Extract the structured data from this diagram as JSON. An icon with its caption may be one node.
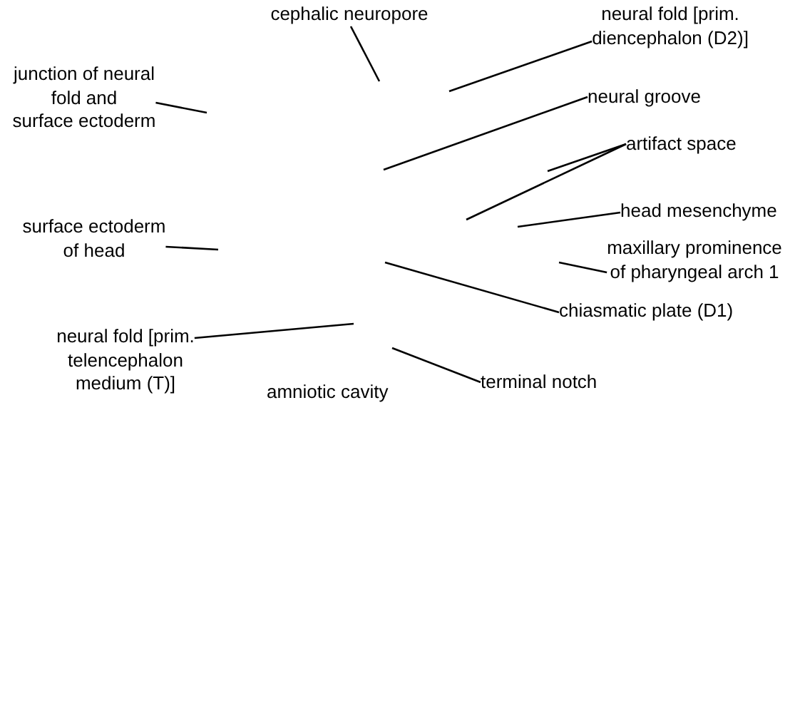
{
  "diagram": {
    "nodes": [
      {
        "text": [
          "cephalic neuropore"
        ]
      },
      {
        "text": [
          "neural fold [prim. diencephalon (D2)]"
        ]
      },
      {
        "text": [
          "junction of neural fold and surface ectoderm"
        ]
      },
      {
        "text": [
          "neural groove"
        ]
      },
      {
        "text": [
          "artifact space"
        ]
      },
      {
        "text": [
          "surface ectoderm of head"
        ]
      },
      {
        "text": [
          "head mesenchyme"
        ]
      },
      {
        "text": [
          "maxillary prominence of pharyngeal arch 1"
        ]
      },
      {
        "text": [
          "chiasmatic plate (D1)"
        ]
      },
      {
        "text": [
          "neural fold [prim. telencephalon medium (T)]"
        ]
      },
      {
        "text": [
          "terminal notch"
        ]
      }
    ],
    "edges": [
      {
        "from": 0,
        "to": null,
        "arrow": "none"
      },
      {
        "from": 1,
        "to": null,
        "arrow": "none"
      },
      {
        "from": 2,
        "to": null,
        "arrow": "none"
      },
      {
        "from": 3,
        "to": null,
        "arrow": "none"
      },
      {
        "from": 4,
        "to": null,
        "arrow": "none"
      },
      {
        "from": 4,
        "to": null,
        "arrow": "none"
      },
      {
        "from": 5,
        "to": null,
        "arrow": "none"
      },
      {
        "from": 6,
        "to": null,
        "arrow": "none"
      },
      {
        "from": 7,
        "to": null,
        "arrow": "none"
      },
      {
        "from": 8,
        "to": null,
        "arrow": "none"
      },
      {
        "from": 9,
        "to": null,
        "arrow": "none"
      },
      {
        "from": 10,
        "to": null,
        "arrow": "none"
      }
    ],
    "labels": [
      "amniotic cavity"
    ]
  }
}
